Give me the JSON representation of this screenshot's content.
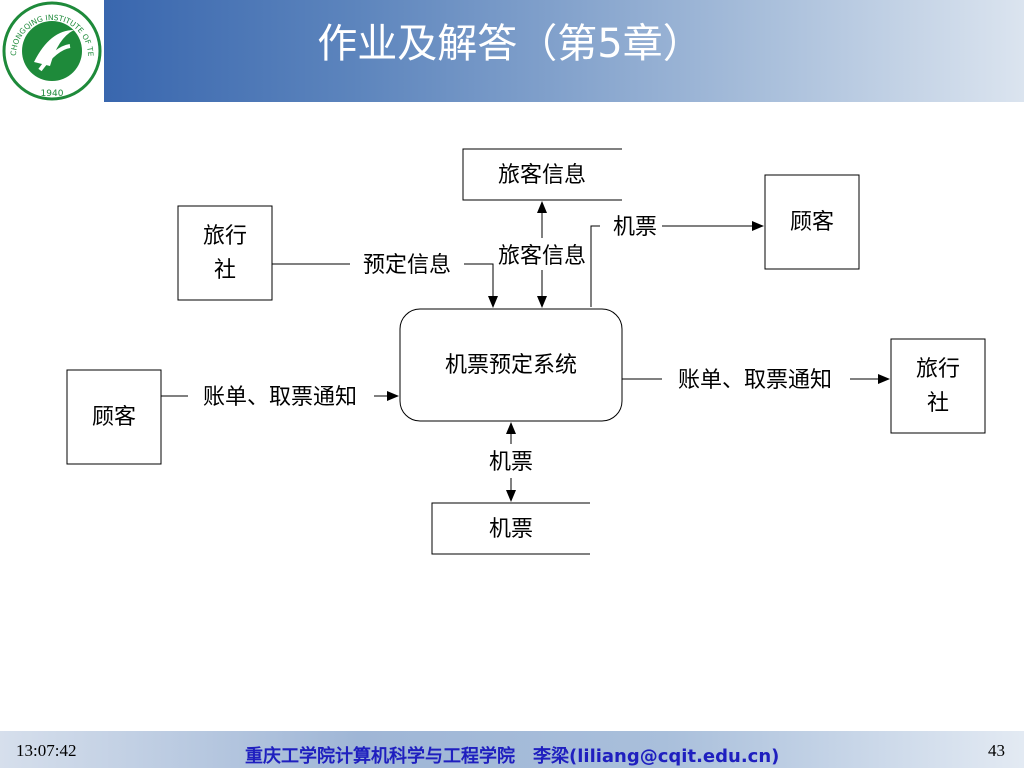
{
  "header": {
    "title": "作业及解答（第5章）"
  },
  "logo": {
    "ring_text": "CHONGQING INSTITUTE OF TECHNOLOGY",
    "year": "1940"
  },
  "diagram": {
    "nodes": {
      "travel_info_store": "旅客信息",
      "agency_left_line1": "旅行",
      "agency_left_line2": "社",
      "customer_right": "顾客",
      "system": "机票预定系统",
      "customer_left": "顾客",
      "agency_right_line1": "旅行",
      "agency_right_line2": "社",
      "ticket_store": "机票"
    },
    "flows": {
      "booking_info": "预定信息",
      "traveler_info": "旅客信息",
      "ticket_out": "机票",
      "bill_in": "账单、取票通知",
      "bill_out": "账单、取票通知",
      "ticket_bottom": "机票"
    }
  },
  "footer": {
    "time": "13:07:42",
    "credit": "重庆工学院计算机科学与工程学院　李梁(liliang@cqit.edu.cn)",
    "page": "43"
  }
}
